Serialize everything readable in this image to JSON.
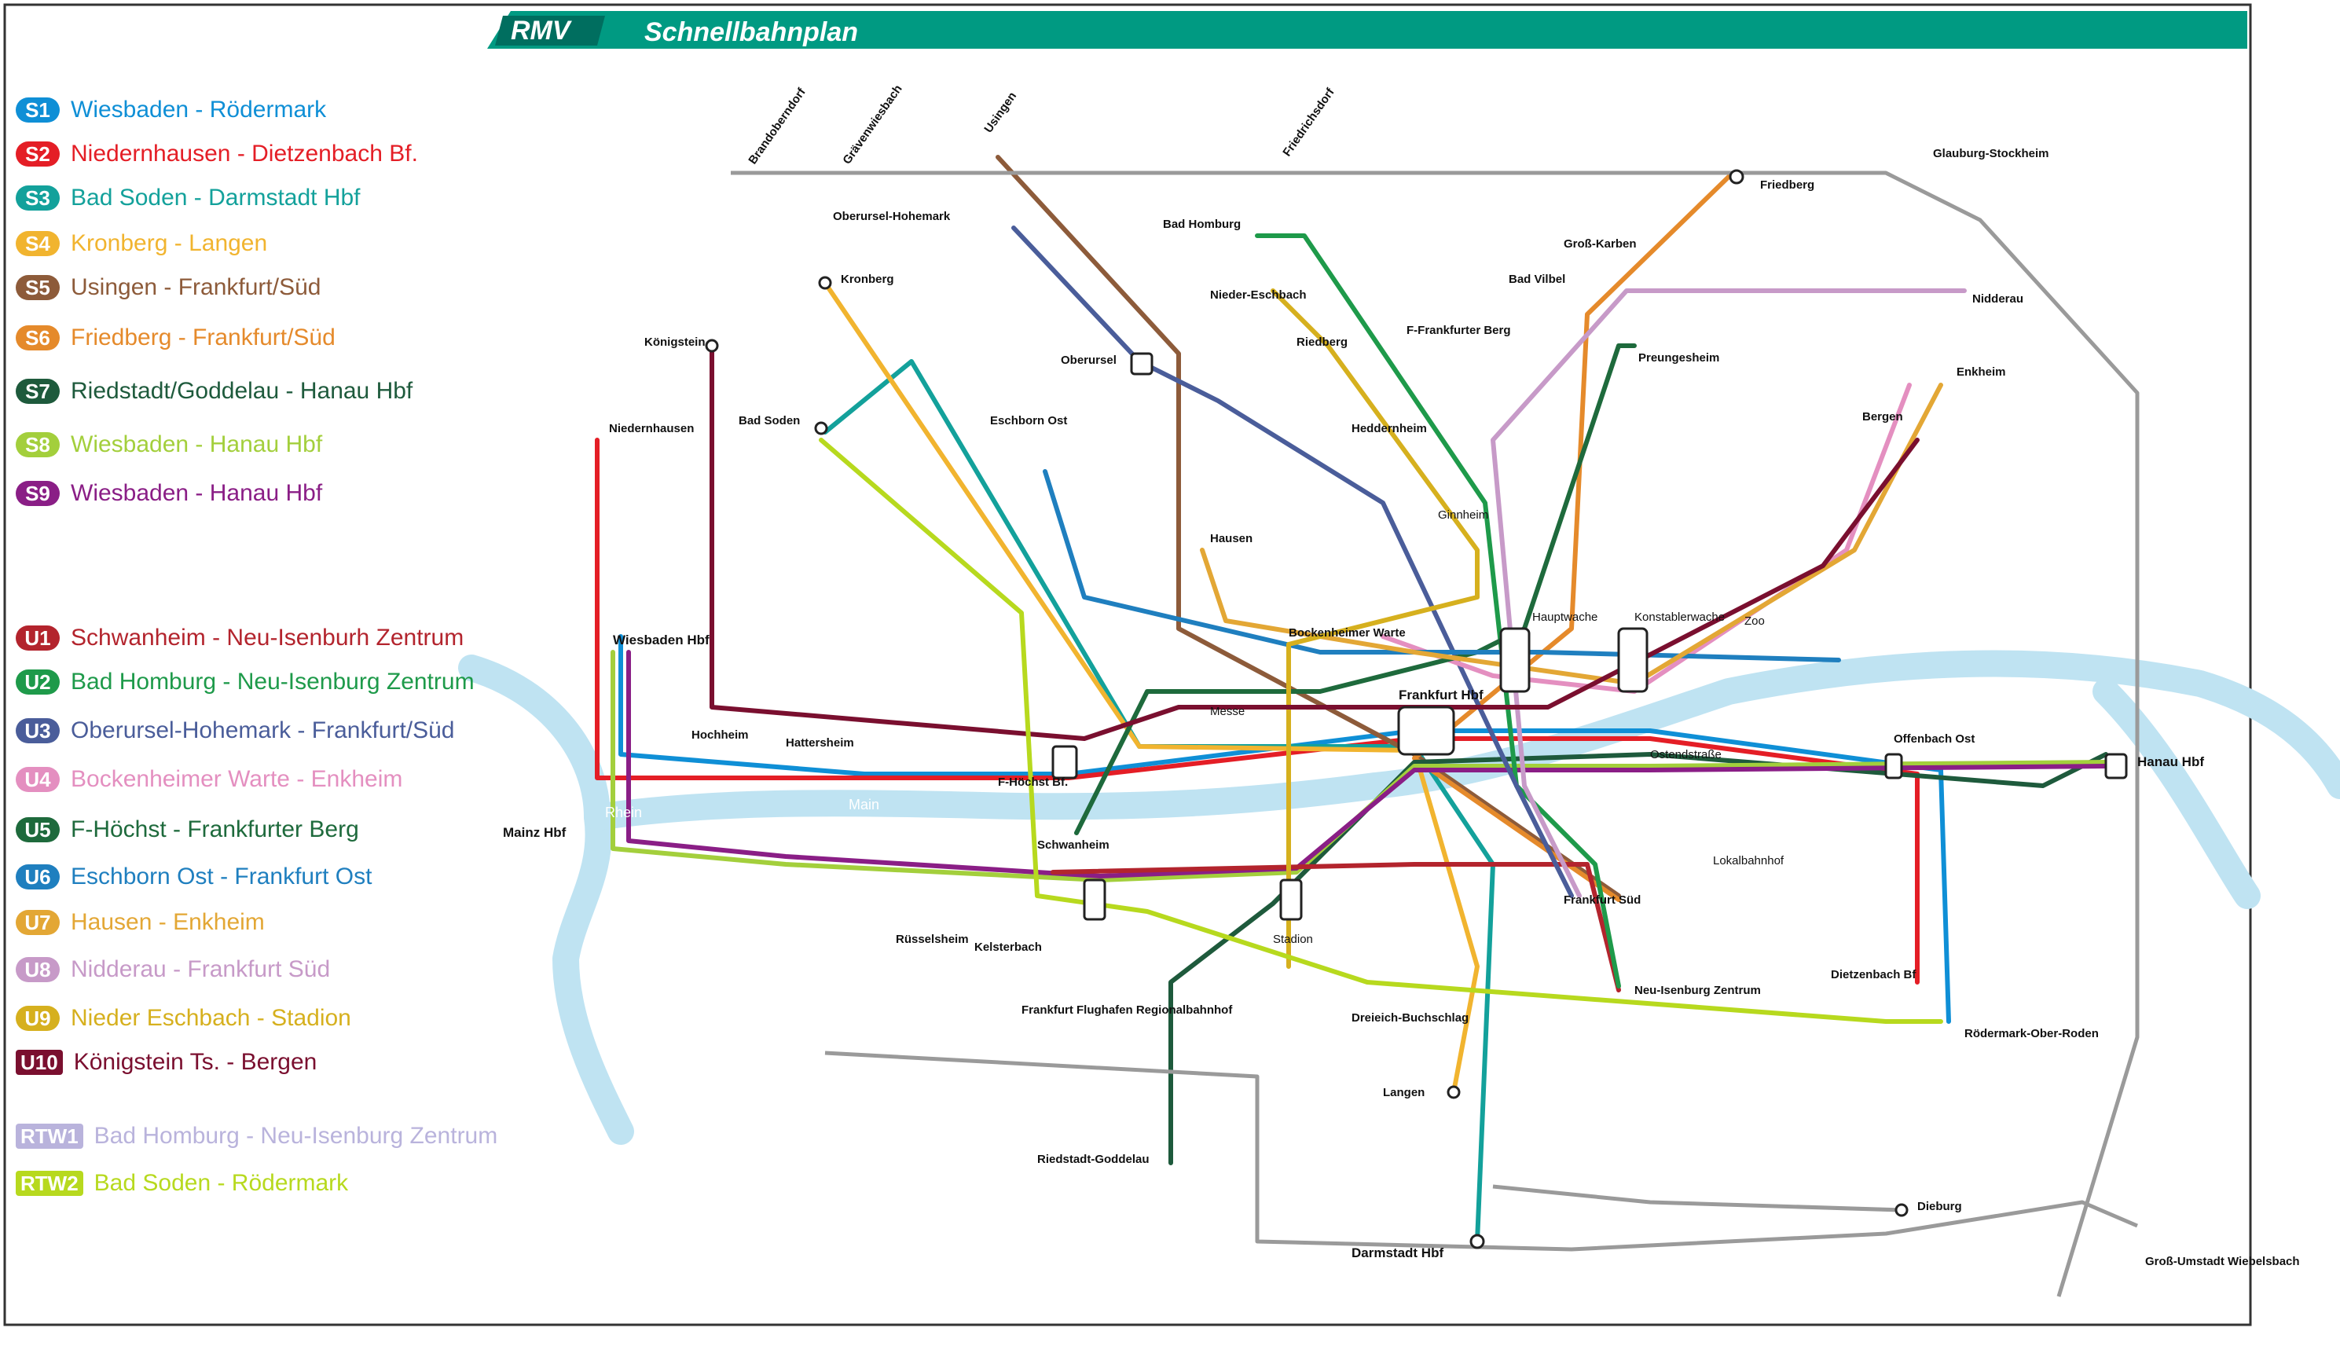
{
  "header": {
    "brand": "RMV",
    "title": "Schnellbahnplan",
    "bar_color": "#009a82"
  },
  "legend": [
    {
      "code": "S1",
      "label": "Wiesbaden - Rödermark",
      "color": "#0f8fd6",
      "shape": "pill"
    },
    {
      "code": "S2",
      "label": "Niedernhausen - Dietzenbach Bf.",
      "color": "#e41e26",
      "shape": "pill"
    },
    {
      "code": "S3",
      "label": "Bad Soden - Darmstadt Hbf",
      "color": "#13a19b",
      "shape": "pill"
    },
    {
      "code": "S4",
      "label": "Kronberg - Langen",
      "color": "#f1b42f",
      "shape": "pill"
    },
    {
      "code": "S5",
      "label": "Usingen - Frankfurt/Süd",
      "color": "#8d5b3a",
      "shape": "pill"
    },
    {
      "code": "S6",
      "label": "Friedberg - Frankfurt/Süd",
      "color": "#e58a2b",
      "shape": "pill"
    },
    {
      "code": "S7",
      "label": "Riedstadt/Goddelau - Hanau Hbf",
      "color": "#1e5a3c",
      "shape": "pill"
    },
    {
      "code": "S8",
      "label": "Wiesbaden - Hanau Hbf",
      "color": "#a3cf3c",
      "shape": "pill"
    },
    {
      "code": "S9",
      "label": "Wiesbaden - Hanau Hbf",
      "color": "#8a1e86",
      "shape": "pill"
    },
    {
      "code": "U1",
      "label": "Schwanheim - Neu-Isenburh Zentrum",
      "color": "#b3242d",
      "shape": "pill"
    },
    {
      "code": "U2",
      "label": "Bad Homburg - Neu-Isenburg Zentrum",
      "color": "#1e9a4a",
      "shape": "pill"
    },
    {
      "code": "U3",
      "label": "Oberursel-Hohemark - Frankfurt/Süd",
      "color": "#4a5d9a",
      "shape": "pill"
    },
    {
      "code": "U4",
      "label": "Bockenheimer Warte - Enkheim",
      "color": "#e48fc0",
      "shape": "pill"
    },
    {
      "code": "U5",
      "label": "F-Höchst - Frankfurter Berg",
      "color": "#1e6a3c",
      "shape": "pill"
    },
    {
      "code": "U6",
      "label": "Eschborn Ost - Frankfurt Ost",
      "color": "#1f7fbf",
      "shape": "pill"
    },
    {
      "code": "U7",
      "label": "Hausen - Enkheim",
      "color": "#e3a735",
      "shape": "pill"
    },
    {
      "code": "U8",
      "label": "Nidderau - Frankfurt Süd",
      "color": "#c79ac8",
      "shape": "pill"
    },
    {
      "code": "U9",
      "label": "Nieder Eschbach - Stadion",
      "color": "#d6b01e",
      "shape": "pill"
    },
    {
      "code": "U10",
      "label": "Königstein Ts. - Bergen",
      "color": "#7a0f2f",
      "shape": "square"
    },
    {
      "code": "RTW1",
      "label": "Bad Homburg - Neu-Isenburg Zentrum",
      "color": "#b9b3dc",
      "shape": "square"
    },
    {
      "code": "RTW2",
      "label": "Bad Soden - Rödermark",
      "color": "#b7d91e",
      "shape": "square"
    }
  ],
  "stations": [
    {
      "name": "Frankfurt Hbf"
    },
    {
      "name": "Konstablerwache"
    },
    {
      "name": "Hauptwache"
    },
    {
      "name": "Hanau Hbf"
    },
    {
      "name": "Darmstadt Hbf"
    },
    {
      "name": "Wiesbaden Hbf"
    },
    {
      "name": "Mainz Hbf"
    },
    {
      "name": "Friedberg"
    },
    {
      "name": "Bad Homburg"
    },
    {
      "name": "Oberursel"
    },
    {
      "name": "Eschborn Ost"
    },
    {
      "name": "Bad Soden"
    },
    {
      "name": "Kronberg"
    },
    {
      "name": "Königstein"
    },
    {
      "name": "Niedernhausen"
    },
    {
      "name": "Hochheim"
    },
    {
      "name": "Hattersheim"
    },
    {
      "name": "F-Höchst Bf."
    },
    {
      "name": "Rüsselsheim"
    },
    {
      "name": "Kelsterbach"
    },
    {
      "name": "Frankfurt Flughafen Regionalbahnhof"
    },
    {
      "name": "Offenbach Ost"
    },
    {
      "name": "Dietzenbach Bf"
    },
    {
      "name": "Rödermark-Ober-Roden"
    },
    {
      "name": "Dieburg"
    },
    {
      "name": "Langen"
    },
    {
      "name": "Dreieich-Buchschlag"
    },
    {
      "name": "Riedstadt-Goddelau"
    },
    {
      "name": "Neu-Isenburg Zentrum"
    },
    {
      "name": "Frankfurt Süd"
    },
    {
      "name": "Bockenheimer Warte"
    },
    {
      "name": "Heddernheim"
    },
    {
      "name": "Nieder-Eschbach"
    },
    {
      "name": "F-Frankfurter Berg"
    },
    {
      "name": "Preungesheim"
    },
    {
      "name": "Enkheim"
    },
    {
      "name": "Bergen"
    },
    {
      "name": "Nidderau"
    },
    {
      "name": "Bad Vilbel"
    },
    {
      "name": "Groß-Karben"
    },
    {
      "name": "Usingen"
    },
    {
      "name": "Friedrichsdorf"
    },
    {
      "name": "Brandoberndorf"
    },
    {
      "name": "Grävenwiesbach"
    },
    {
      "name": "Oberursel-Hohemark"
    },
    {
      "name": "Glauburg-Stockheim"
    },
    {
      "name": "Groß-Umstadt Wiebelsbach"
    },
    {
      "name": "Ginnheim"
    },
    {
      "name": "Hausen"
    },
    {
      "name": "Riedberg"
    },
    {
      "name": "Schwanheim"
    },
    {
      "name": "Messe"
    },
    {
      "name": "Ostendstraße"
    },
    {
      "name": "Lokalbahnhof"
    },
    {
      "name": "Stadion"
    },
    {
      "name": "Zoo"
    }
  ],
  "river": {
    "name": "Main",
    "name2": "Rhein",
    "color": "#bfe3f2"
  }
}
